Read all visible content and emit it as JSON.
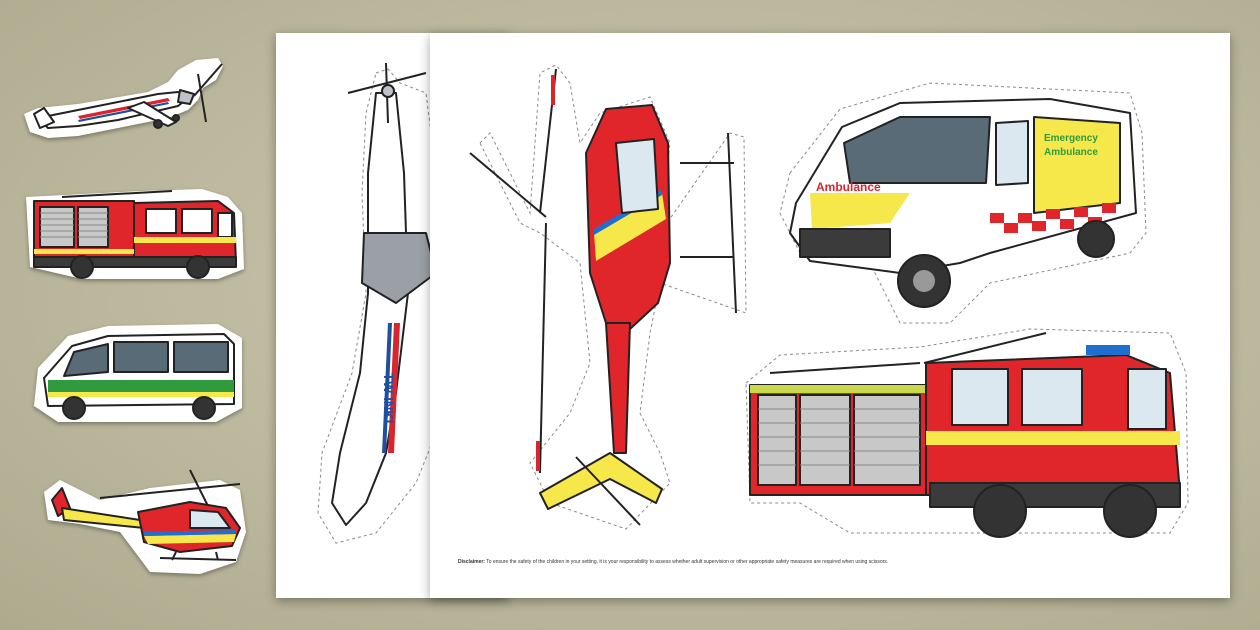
{
  "disclaimer": {
    "label": "Disclaimer:",
    "text": "To ensure the safety of the children in your setting, it is your responsibility to assess whether adult supervision or other appropriate safety measures are required when using scissors."
  },
  "vehicle_text": {
    "ambulance_side": "Ambulance",
    "ambulance_rear_line1": "Emergency",
    "ambulance_rear_line2": "Ambulance",
    "plane_registration": "TW-INKL"
  },
  "colors": {
    "background": "#bdb99f",
    "fire_red": "#e0262b",
    "hi_vis_yellow": "#f6e84a",
    "ambulance_check_red": "#e0262b",
    "paramedic_green": "#2f9a3e",
    "heli_blue": "#1f6fd1"
  }
}
